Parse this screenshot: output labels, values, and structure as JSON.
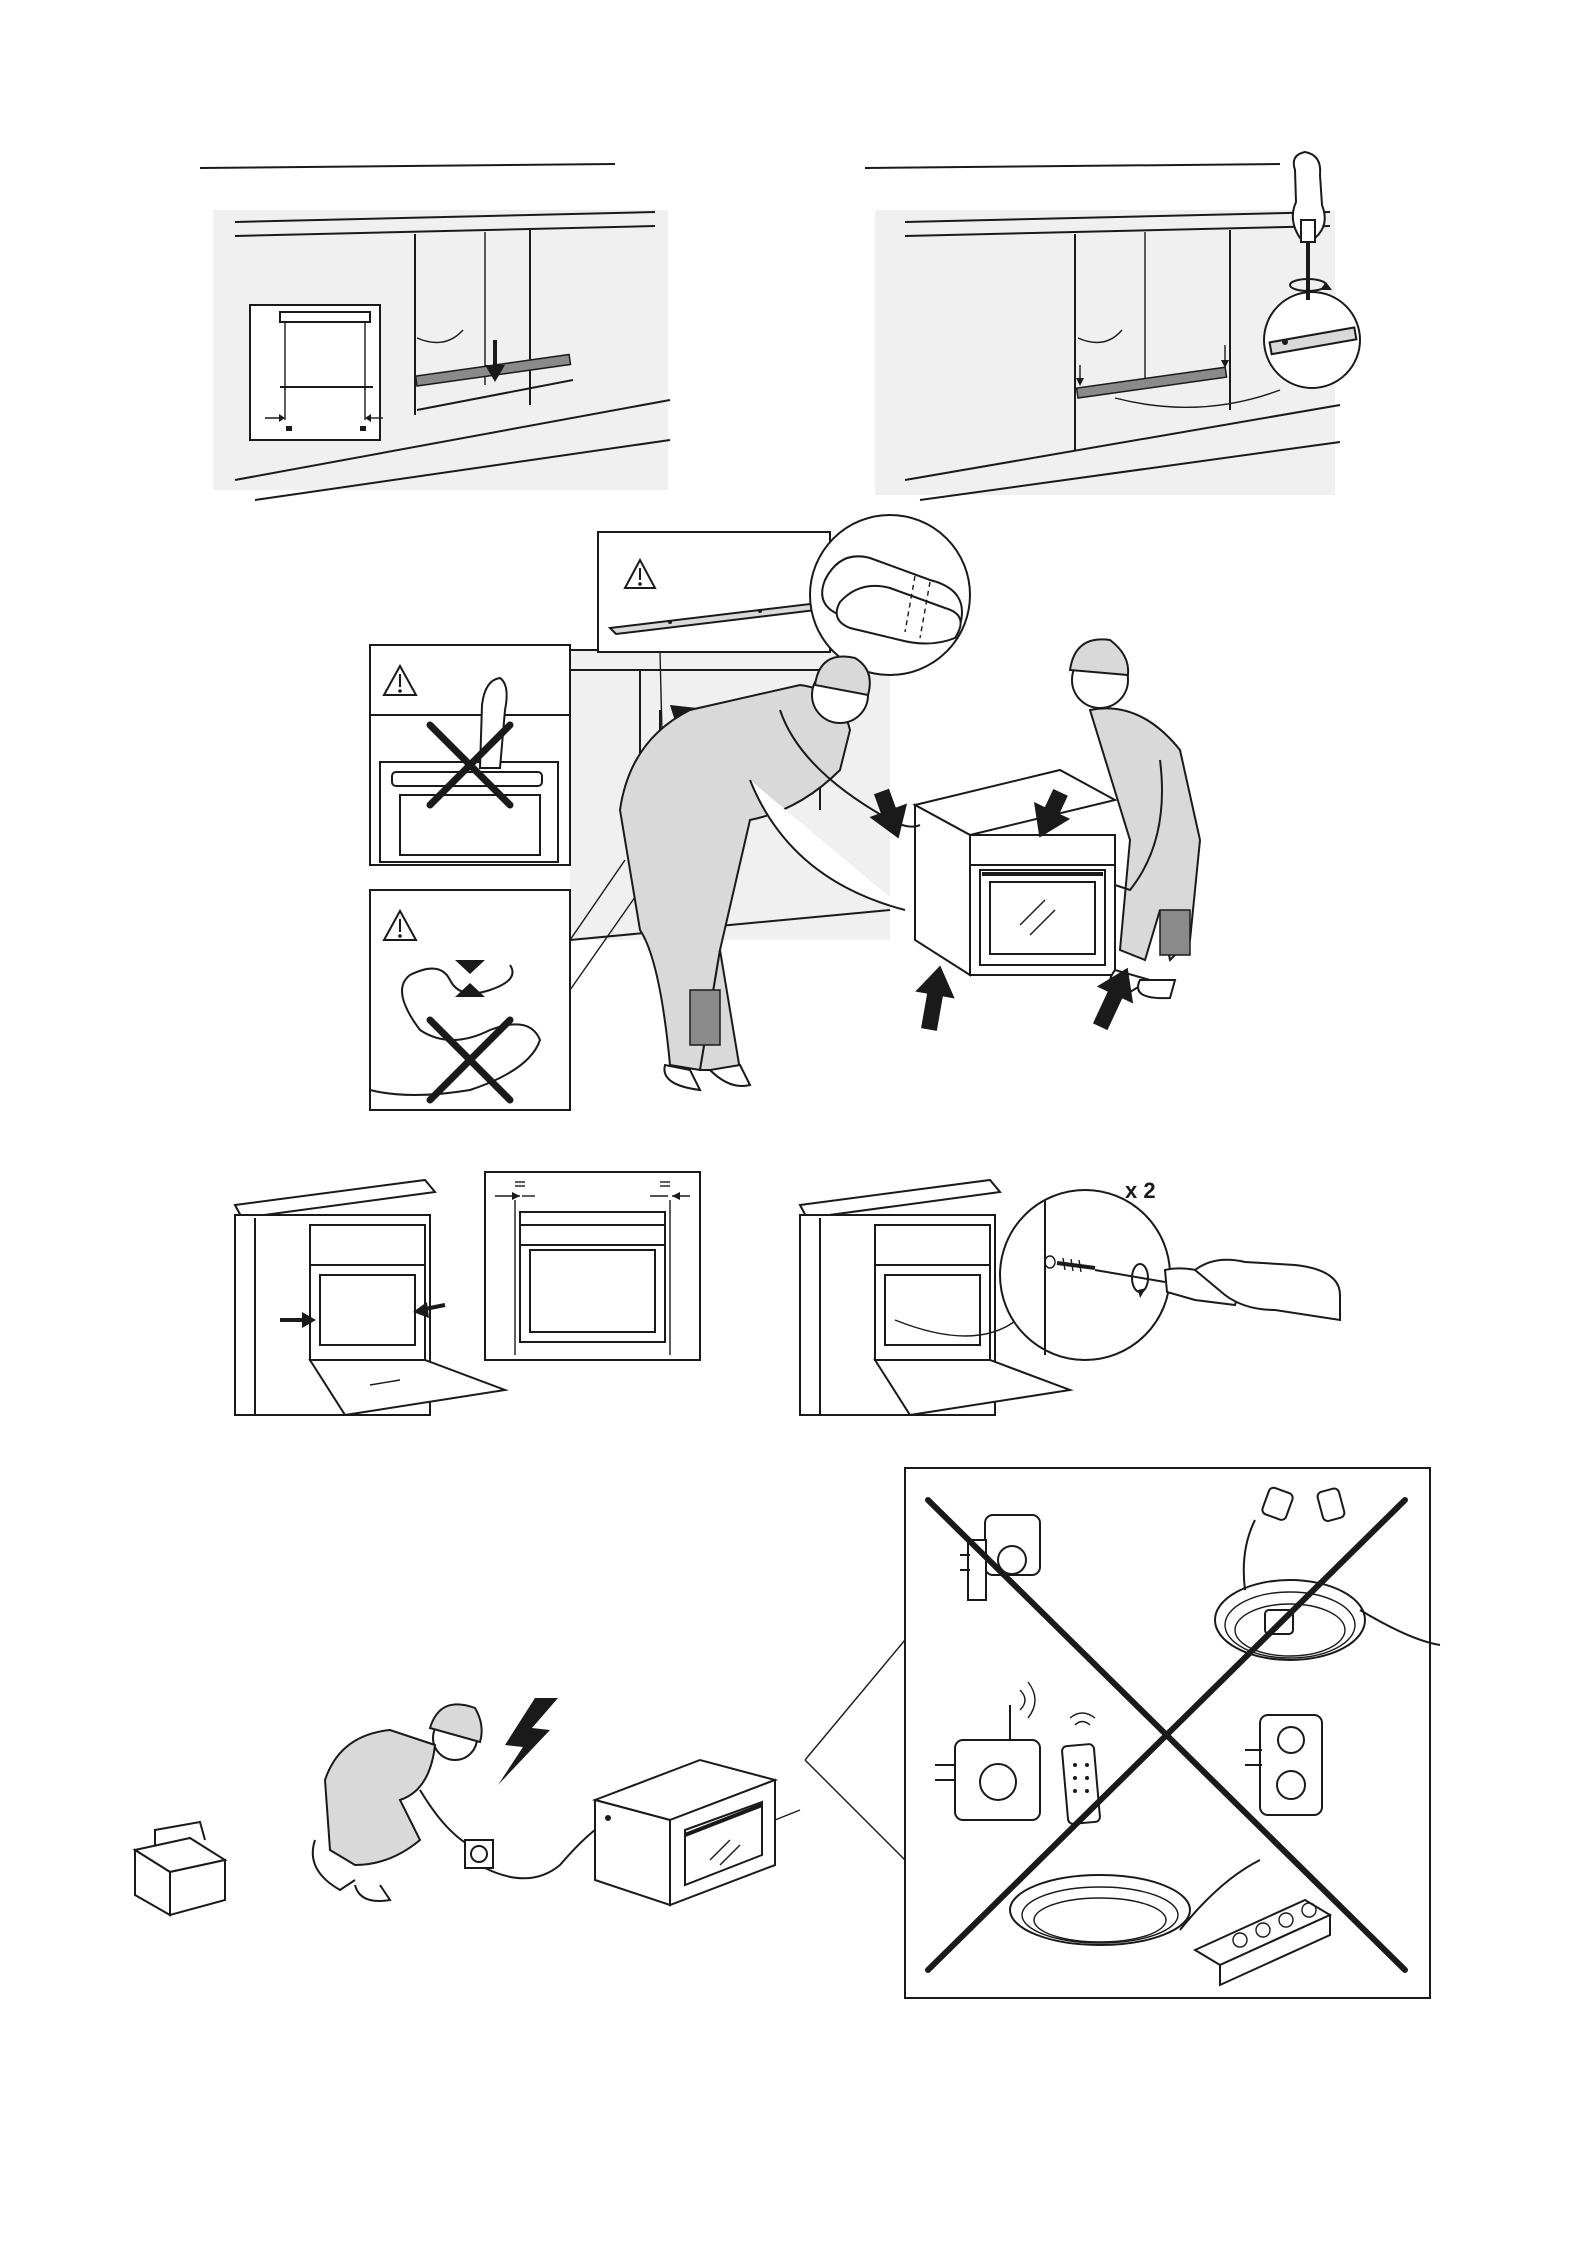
{
  "page": {
    "background": "#ffffff",
    "ink": "#1a1a1a",
    "shade": "#d9d9d9"
  },
  "figures": {
    "top_left": {
      "icons": [
        "cabinet-icon",
        "mounting-rail-icon",
        "down-arrow-icon",
        "spacing-arrows-icon"
      ]
    },
    "top_right": {
      "icons": [
        "cabinet-icon",
        "screwdriver-hand-icon",
        "rotate-arrow-icon",
        "screw-icon"
      ]
    },
    "lifting": {
      "icons": [
        "warning-icon",
        "rail-icon",
        "gloves-icon",
        "two-installers-icon",
        "oven-icon",
        "push-arrow-icon"
      ],
      "warnings": [
        "do-not-lift-by-handle",
        "do-not-pinch-cable",
        "remove-transport-rail"
      ]
    },
    "alignment": {
      "icons": [
        "cabinet-icon",
        "oven-door-open-icon",
        "gap-arrows-icon"
      ]
    },
    "screw_fixing": {
      "count_label": "x 2",
      "icons": [
        "screwdriver-icon",
        "screw-icon",
        "hand-icon"
      ]
    },
    "electrical": {
      "icons": [
        "toolbox-icon",
        "electrician-icon",
        "lightning-icon",
        "socket-icon",
        "oven-icon"
      ]
    },
    "prohibited": {
      "icons": [
        "plug-adapter-icon",
        "extension-cord-icon",
        "remote-socket-icon",
        "remote-control-icon",
        "double-adapter-icon",
        "power-strip-icon"
      ]
    }
  }
}
